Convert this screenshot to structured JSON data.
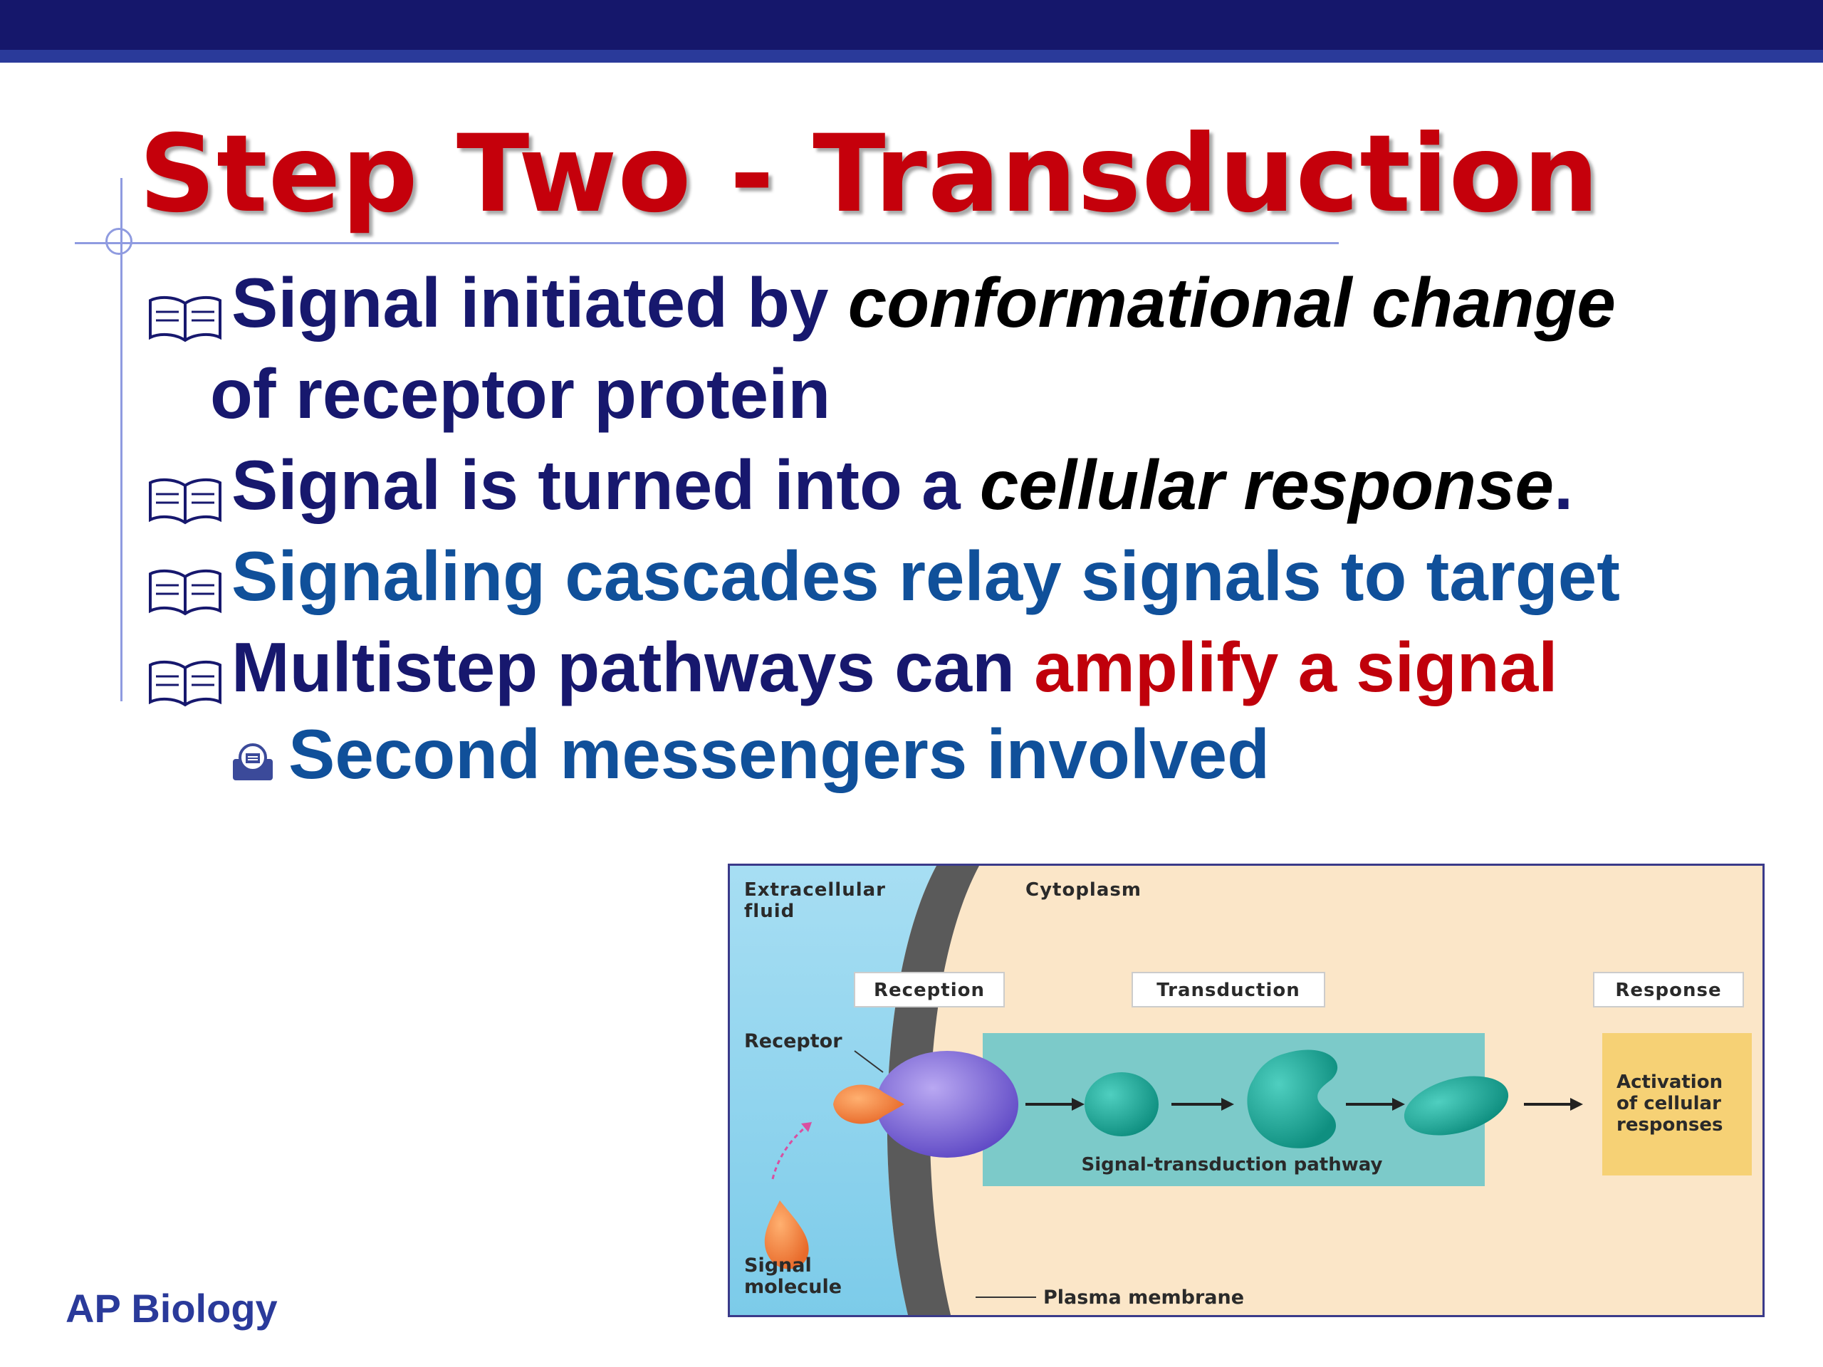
{
  "slide": {
    "title": "Step Two - Transduction",
    "bullets": [
      {
        "part1": "Signal initiated by ",
        "emphasis": "conformational change",
        "line2": "of receptor protein"
      },
      {
        "part1": "Signal is turned into a ",
        "emphasis": "cellular response",
        "end": "."
      },
      {
        "text": "Signaling cascades relay signals to target"
      },
      {
        "part1": "Multistep pathways can ",
        "highlight": "amplify a signal"
      }
    ],
    "sub_bullet": "Second messengers involved",
    "footer": "AP Biology"
  },
  "figure": {
    "extracellular_line1": "Extracellular",
    "extracellular_line2": "fluid",
    "cytoplasm": "Cytoplasm",
    "reception": "Reception",
    "transduction": "Transduction",
    "response": "Response",
    "receptor": "Receptor",
    "pathway": "Signal-transduction pathway",
    "activation_line1": "Activation",
    "activation_line2": "of cellular",
    "activation_line3": "responses",
    "signal_line1": "Signal",
    "signal_line2": "molecule",
    "membrane": "Plasma membrane"
  },
  "colors": {
    "title": "#c5000b",
    "bullet_text": "#17186e",
    "emphasis_blue": "#10509a",
    "amplify_red": "#c0000b",
    "top_bar": "#15176b"
  },
  "icons": {
    "bullet": "open-book-icon",
    "sub_bullet": "document-icon"
  }
}
